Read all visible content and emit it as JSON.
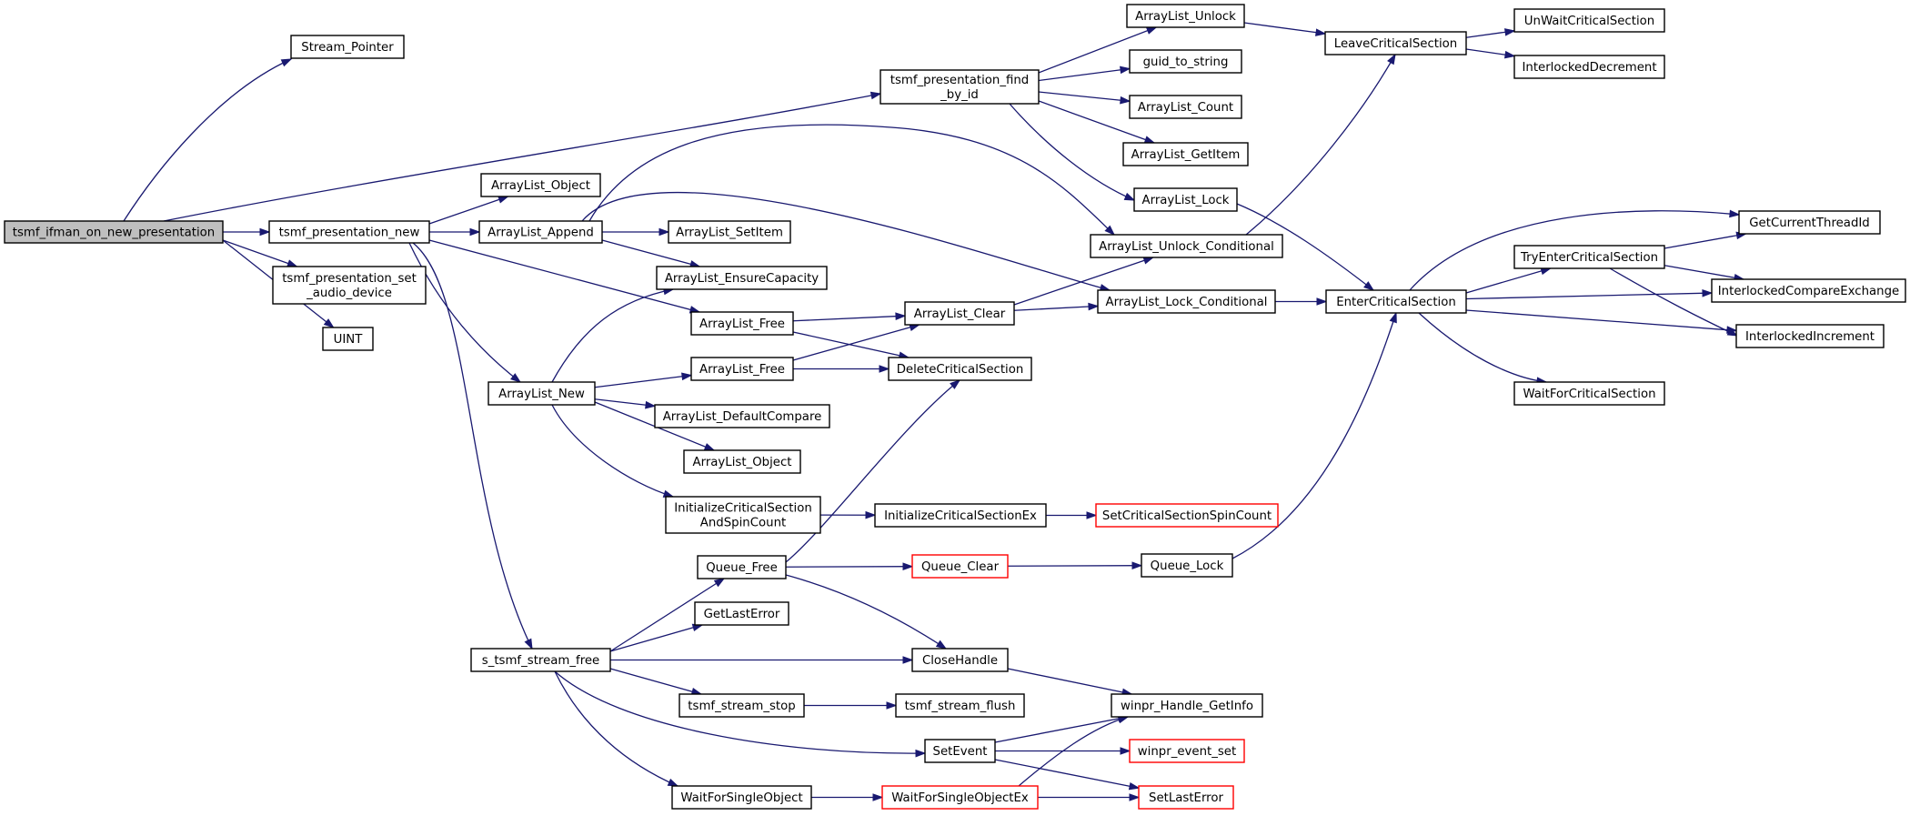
{
  "colors": {
    "edge": "#191970",
    "node_border": "#000000",
    "node_border_incomplete": "#ff0000",
    "node_fill": "#ffffff",
    "root_fill": "#bfbfbf"
  },
  "nodes": [
    {
      "id": "root",
      "lines": [
        "tsmf_ifman_on_new_presentation"
      ],
      "style": "root"
    },
    {
      "id": "stream_pointer",
      "lines": [
        "Stream_Pointer"
      ],
      "style": "normal"
    },
    {
      "id": "tp_new",
      "lines": [
        "tsmf_presentation_new"
      ],
      "style": "normal"
    },
    {
      "id": "tp_set_audio",
      "lines": [
        "tsmf_presentation_set",
        "_audio_device"
      ],
      "style": "normal"
    },
    {
      "id": "uint",
      "lines": [
        "UINT"
      ],
      "style": "normal"
    },
    {
      "id": "tp_find",
      "lines": [
        "tsmf_presentation_find",
        "_by_id"
      ],
      "style": "normal"
    },
    {
      "id": "al_object1",
      "lines": [
        "ArrayList_Object"
      ],
      "style": "normal"
    },
    {
      "id": "al_append",
      "lines": [
        "ArrayList_Append"
      ],
      "style": "normal"
    },
    {
      "id": "al_setitem",
      "lines": [
        "ArrayList_SetItem"
      ],
      "style": "normal"
    },
    {
      "id": "al_ensure",
      "lines": [
        "ArrayList_EnsureCapacity"
      ],
      "style": "normal"
    },
    {
      "id": "al_free1",
      "lines": [
        "ArrayList_Free"
      ],
      "style": "normal"
    },
    {
      "id": "al_free2",
      "lines": [
        "ArrayList_Free"
      ],
      "style": "normal"
    },
    {
      "id": "al_new",
      "lines": [
        "ArrayList_New"
      ],
      "style": "normal"
    },
    {
      "id": "al_defcmp",
      "lines": [
        "ArrayList_DefaultCompare"
      ],
      "style": "normal"
    },
    {
      "id": "al_object2",
      "lines": [
        "ArrayList_Object"
      ],
      "style": "normal"
    },
    {
      "id": "init_cs_spin",
      "lines": [
        "InitializeCriticalSection",
        "AndSpinCount"
      ],
      "style": "normal"
    },
    {
      "id": "init_cs_ex",
      "lines": [
        "InitializeCriticalSectionEx"
      ],
      "style": "normal"
    },
    {
      "id": "set_cs_spin",
      "lines": [
        "SetCriticalSectionSpinCount"
      ],
      "style": "incomplete"
    },
    {
      "id": "al_unlock",
      "lines": [
        "ArrayList_Unlock"
      ],
      "style": "normal"
    },
    {
      "id": "guid",
      "lines": [
        "guid_to_string"
      ],
      "style": "normal"
    },
    {
      "id": "al_count",
      "lines": [
        "ArrayList_Count"
      ],
      "style": "normal"
    },
    {
      "id": "al_getitem",
      "lines": [
        "ArrayList_GetItem"
      ],
      "style": "normal"
    },
    {
      "id": "al_lock",
      "lines": [
        "ArrayList_Lock"
      ],
      "style": "normal"
    },
    {
      "id": "al_unlock_cond",
      "lines": [
        "ArrayList_Unlock_Conditional"
      ],
      "style": "normal"
    },
    {
      "id": "al_clear",
      "lines": [
        "ArrayList_Clear"
      ],
      "style": "normal"
    },
    {
      "id": "al_lock_cond",
      "lines": [
        "ArrayList_Lock_Conditional"
      ],
      "style": "normal"
    },
    {
      "id": "del_cs",
      "lines": [
        "DeleteCriticalSection"
      ],
      "style": "normal"
    },
    {
      "id": "leave_cs",
      "lines": [
        "LeaveCriticalSection"
      ],
      "style": "normal"
    },
    {
      "id": "unwait_cs",
      "lines": [
        "UnWaitCriticalSection"
      ],
      "style": "normal"
    },
    {
      "id": "inter_dec",
      "lines": [
        "InterlockedDecrement"
      ],
      "style": "normal"
    },
    {
      "id": "enter_cs",
      "lines": [
        "EnterCriticalSection"
      ],
      "style": "normal"
    },
    {
      "id": "try_enter_cs",
      "lines": [
        "TryEnterCriticalSection"
      ],
      "style": "normal"
    },
    {
      "id": "get_thread",
      "lines": [
        "GetCurrentThreadId"
      ],
      "style": "normal"
    },
    {
      "id": "inter_cmpx",
      "lines": [
        "InterlockedCompareExchange"
      ],
      "style": "normal"
    },
    {
      "id": "inter_inc",
      "lines": [
        "InterlockedIncrement"
      ],
      "style": "normal"
    },
    {
      "id": "wait_cs",
      "lines": [
        "WaitForCriticalSection"
      ],
      "style": "normal"
    },
    {
      "id": "queue_free",
      "lines": [
        "Queue_Free"
      ],
      "style": "normal"
    },
    {
      "id": "queue_clear",
      "lines": [
        "Queue_Clear"
      ],
      "style": "incomplete"
    },
    {
      "id": "queue_lock",
      "lines": [
        "Queue_Lock"
      ],
      "style": "normal"
    },
    {
      "id": "get_last_error",
      "lines": [
        "GetLastError"
      ],
      "style": "normal"
    },
    {
      "id": "stream_free",
      "lines": [
        "s_tsmf_stream_free"
      ],
      "style": "normal"
    },
    {
      "id": "close_handle",
      "lines": [
        "CloseHandle"
      ],
      "style": "normal"
    },
    {
      "id": "stream_stop",
      "lines": [
        "tsmf_stream_stop"
      ],
      "style": "normal"
    },
    {
      "id": "stream_flush",
      "lines": [
        "tsmf_stream_flush"
      ],
      "style": "normal"
    },
    {
      "id": "winpr_handle",
      "lines": [
        "winpr_Handle_GetInfo"
      ],
      "style": "normal"
    },
    {
      "id": "set_event",
      "lines": [
        "SetEvent"
      ],
      "style": "normal"
    },
    {
      "id": "winpr_event_set",
      "lines": [
        "winpr_event_set"
      ],
      "style": "incomplete"
    },
    {
      "id": "wait_single",
      "lines": [
        "WaitForSingleObject"
      ],
      "style": "normal"
    },
    {
      "id": "wait_single_ex",
      "lines": [
        "WaitForSingleObjectEx"
      ],
      "style": "incomplete"
    },
    {
      "id": "set_last_error",
      "lines": [
        "SetLastError"
      ],
      "style": "incomplete"
    }
  ],
  "edges": [
    {
      "from": "root",
      "to": "stream_pointer"
    },
    {
      "from": "root",
      "to": "tp_find"
    },
    {
      "from": "root",
      "to": "tp_new"
    },
    {
      "from": "root",
      "to": "tp_set_audio"
    },
    {
      "from": "root",
      "to": "uint"
    },
    {
      "from": "tp_new",
      "to": "al_object1"
    },
    {
      "from": "tp_new",
      "to": "al_append"
    },
    {
      "from": "tp_new",
      "to": "al_free1"
    },
    {
      "from": "tp_new",
      "to": "al_new"
    },
    {
      "from": "tp_new",
      "to": "stream_free"
    },
    {
      "from": "al_append",
      "to": "al_setitem"
    },
    {
      "from": "al_append",
      "to": "al_ensure"
    },
    {
      "from": "al_append",
      "to": "al_unlock_cond"
    },
    {
      "from": "al_append",
      "to": "al_lock_cond"
    },
    {
      "from": "al_new",
      "to": "al_ensure"
    },
    {
      "from": "al_new",
      "to": "al_free2"
    },
    {
      "from": "al_new",
      "to": "al_defcmp"
    },
    {
      "from": "al_new",
      "to": "al_object2"
    },
    {
      "from": "al_new",
      "to": "init_cs_spin"
    },
    {
      "from": "al_free1",
      "to": "al_clear"
    },
    {
      "from": "al_free1",
      "to": "del_cs"
    },
    {
      "from": "al_free2",
      "to": "al_clear"
    },
    {
      "from": "al_free2",
      "to": "del_cs"
    },
    {
      "from": "al_clear",
      "to": "al_unlock_cond"
    },
    {
      "from": "al_clear",
      "to": "al_lock_cond"
    },
    {
      "from": "init_cs_spin",
      "to": "init_cs_ex"
    },
    {
      "from": "init_cs_ex",
      "to": "set_cs_spin"
    },
    {
      "from": "tp_find",
      "to": "al_unlock"
    },
    {
      "from": "tp_find",
      "to": "guid"
    },
    {
      "from": "tp_find",
      "to": "al_count"
    },
    {
      "from": "tp_find",
      "to": "al_getitem"
    },
    {
      "from": "tp_find",
      "to": "al_lock"
    },
    {
      "from": "al_unlock",
      "to": "leave_cs"
    },
    {
      "from": "al_lock",
      "to": "enter_cs"
    },
    {
      "from": "al_unlock_cond",
      "to": "leave_cs"
    },
    {
      "from": "al_lock_cond",
      "to": "enter_cs"
    },
    {
      "from": "leave_cs",
      "to": "unwait_cs"
    },
    {
      "from": "leave_cs",
      "to": "inter_dec"
    },
    {
      "from": "enter_cs",
      "to": "get_thread"
    },
    {
      "from": "enter_cs",
      "to": "try_enter_cs"
    },
    {
      "from": "enter_cs",
      "to": "inter_cmpx"
    },
    {
      "from": "enter_cs",
      "to": "inter_inc"
    },
    {
      "from": "enter_cs",
      "to": "wait_cs"
    },
    {
      "from": "try_enter_cs",
      "to": "get_thread"
    },
    {
      "from": "try_enter_cs",
      "to": "inter_cmpx"
    },
    {
      "from": "try_enter_cs",
      "to": "inter_inc"
    },
    {
      "from": "stream_free",
      "to": "queue_free"
    },
    {
      "from": "stream_free",
      "to": "get_last_error"
    },
    {
      "from": "stream_free",
      "to": "close_handle"
    },
    {
      "from": "stream_free",
      "to": "stream_stop"
    },
    {
      "from": "stream_free",
      "to": "set_event"
    },
    {
      "from": "stream_free",
      "to": "wait_single"
    },
    {
      "from": "queue_free",
      "to": "del_cs"
    },
    {
      "from": "queue_free",
      "to": "queue_clear"
    },
    {
      "from": "queue_free",
      "to": "close_handle"
    },
    {
      "from": "queue_clear",
      "to": "queue_lock"
    },
    {
      "from": "queue_lock",
      "to": "enter_cs"
    },
    {
      "from": "close_handle",
      "to": "winpr_handle"
    },
    {
      "from": "stream_stop",
      "to": "stream_flush"
    },
    {
      "from": "set_event",
      "to": "winpr_handle"
    },
    {
      "from": "set_event",
      "to": "winpr_event_set"
    },
    {
      "from": "set_event",
      "to": "set_last_error"
    },
    {
      "from": "wait_single",
      "to": "wait_single_ex"
    },
    {
      "from": "wait_single_ex",
      "to": "winpr_handle"
    },
    {
      "from": "wait_single_ex",
      "to": "set_last_error"
    }
  ]
}
